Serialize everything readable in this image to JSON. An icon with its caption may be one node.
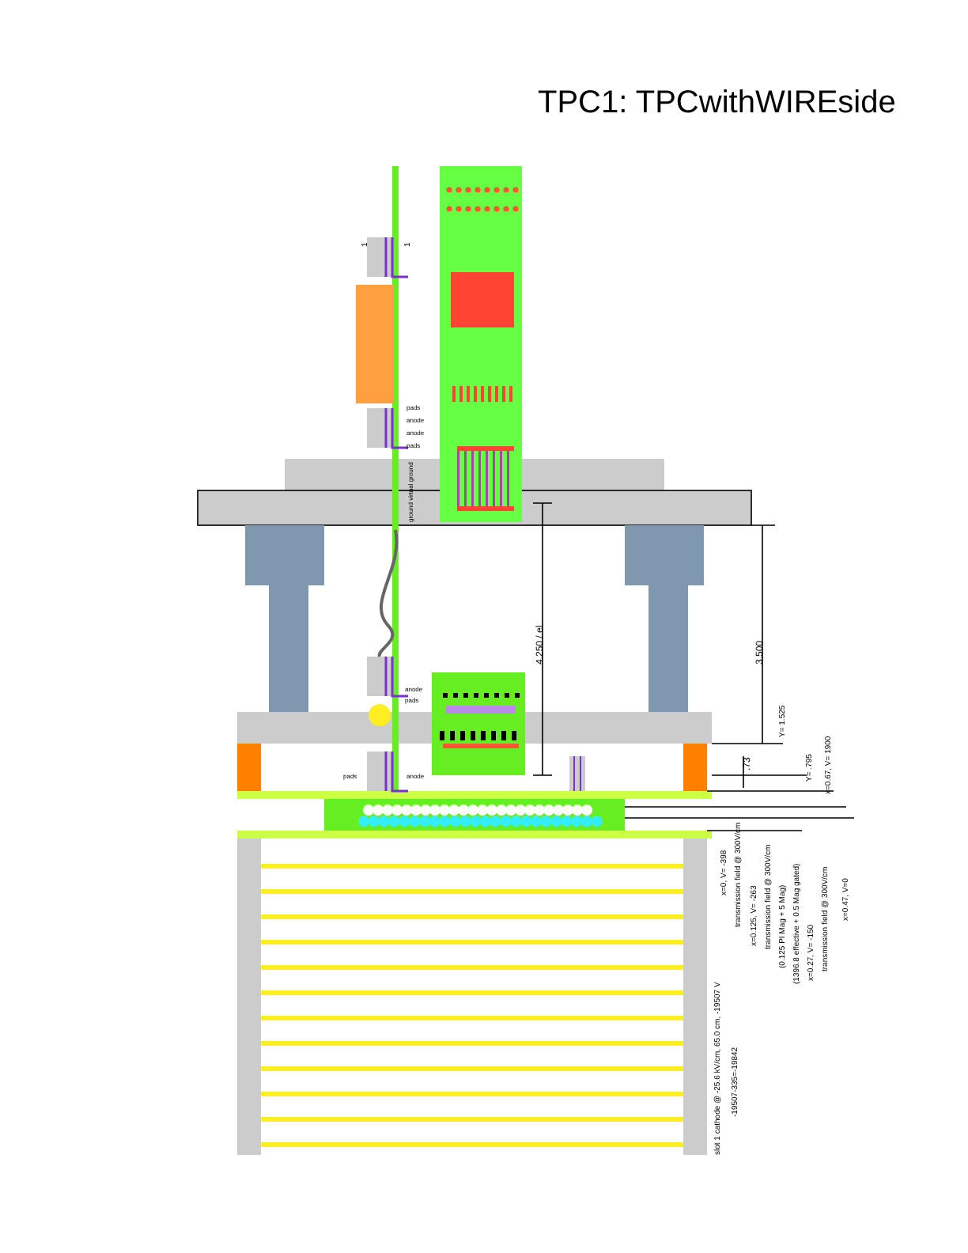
{
  "diagram": {
    "title": "TPC1: TPCwithWIREside",
    "labels": [
      "1",
      "1",
      "pads",
      "anode",
      "anode",
      "pads",
      "ground virtual ground",
      "anode",
      "pads",
      "pads",
      "anode",
      "4.250 / el",
      "3.500",
      "Y= 1.525",
      ".73",
      "Y= .795",
      "x=0.67, V= 1900",
      "x=0.47, V=0",
      "x=0, V= -398",
      "transmission field @ 300V/cm",
      "x=0.125, V= -263",
      "transmission field @ 300V/cm",
      "(0.125 PI Mag + 5 Mag)",
      "(1396.8 effective + 0.5 Mag gated)",
      "x=0.27, V= -150",
      "transmission field @ 300V/cm",
      "slot 1 cathode @ -25.6 kV/cm, 65.0 cm, -19507 V",
      "-19507-335=-19842"
    ]
  }
}
